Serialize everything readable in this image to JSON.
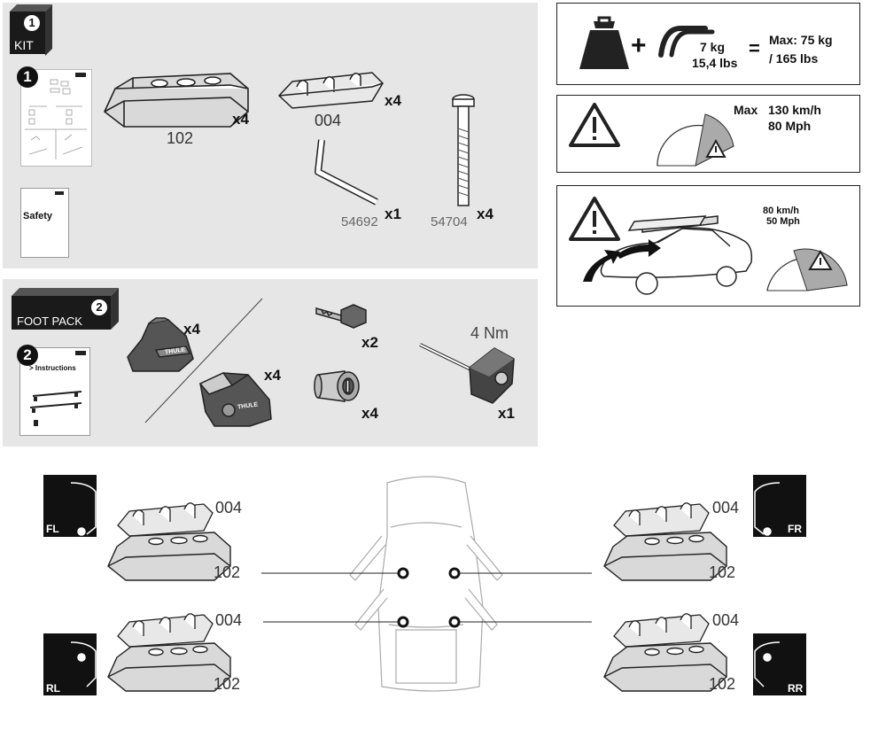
{
  "kit": {
    "badge": "1",
    "title": "KIT",
    "step": "1",
    "safety_label": "Safety",
    "items": [
      {
        "code": "102",
        "qty": "x4"
      },
      {
        "code": "004",
        "qty": "x4"
      },
      {
        "code": "54692",
        "qty": "x1"
      },
      {
        "code": "54704",
        "qty": "x4"
      }
    ]
  },
  "foot_pack": {
    "badge": "2",
    "title": "FOOT PACK",
    "step": "2",
    "instructions_label": "> Instructions",
    "brand": "THULE",
    "items": [
      {
        "qty": "x4"
      },
      {
        "qty": "x4"
      },
      {
        "qty": "x2"
      },
      {
        "qty": "x4"
      },
      {
        "qty": "x1",
        "torque": "4 Nm"
      }
    ]
  },
  "load": {
    "bar_weight_kg": "7 kg",
    "bar_weight_lbs": "15,4 lbs",
    "max_line1": "Max: 75 kg",
    "max_line2": "/ 165 lbs"
  },
  "speed": {
    "max_label": "Max",
    "kmh": "130 km/h",
    "mph": "80 Mph"
  },
  "speed_loaded": {
    "kmh": "80 km/h",
    "mph": "50 Mph"
  },
  "positions": {
    "fl": "FL",
    "fr": "FR",
    "rl": "RL",
    "rr": "RR",
    "bracket_code": "004",
    "foot_code": "102"
  },
  "icon_names": [
    "weight-icon",
    "roof-bars-icon",
    "warning-icon",
    "speedometer-icon",
    "car-icon",
    "key-icon",
    "lock-cylinder-icon",
    "torque-tool-icon",
    "allen-key-icon",
    "bolt-icon"
  ]
}
